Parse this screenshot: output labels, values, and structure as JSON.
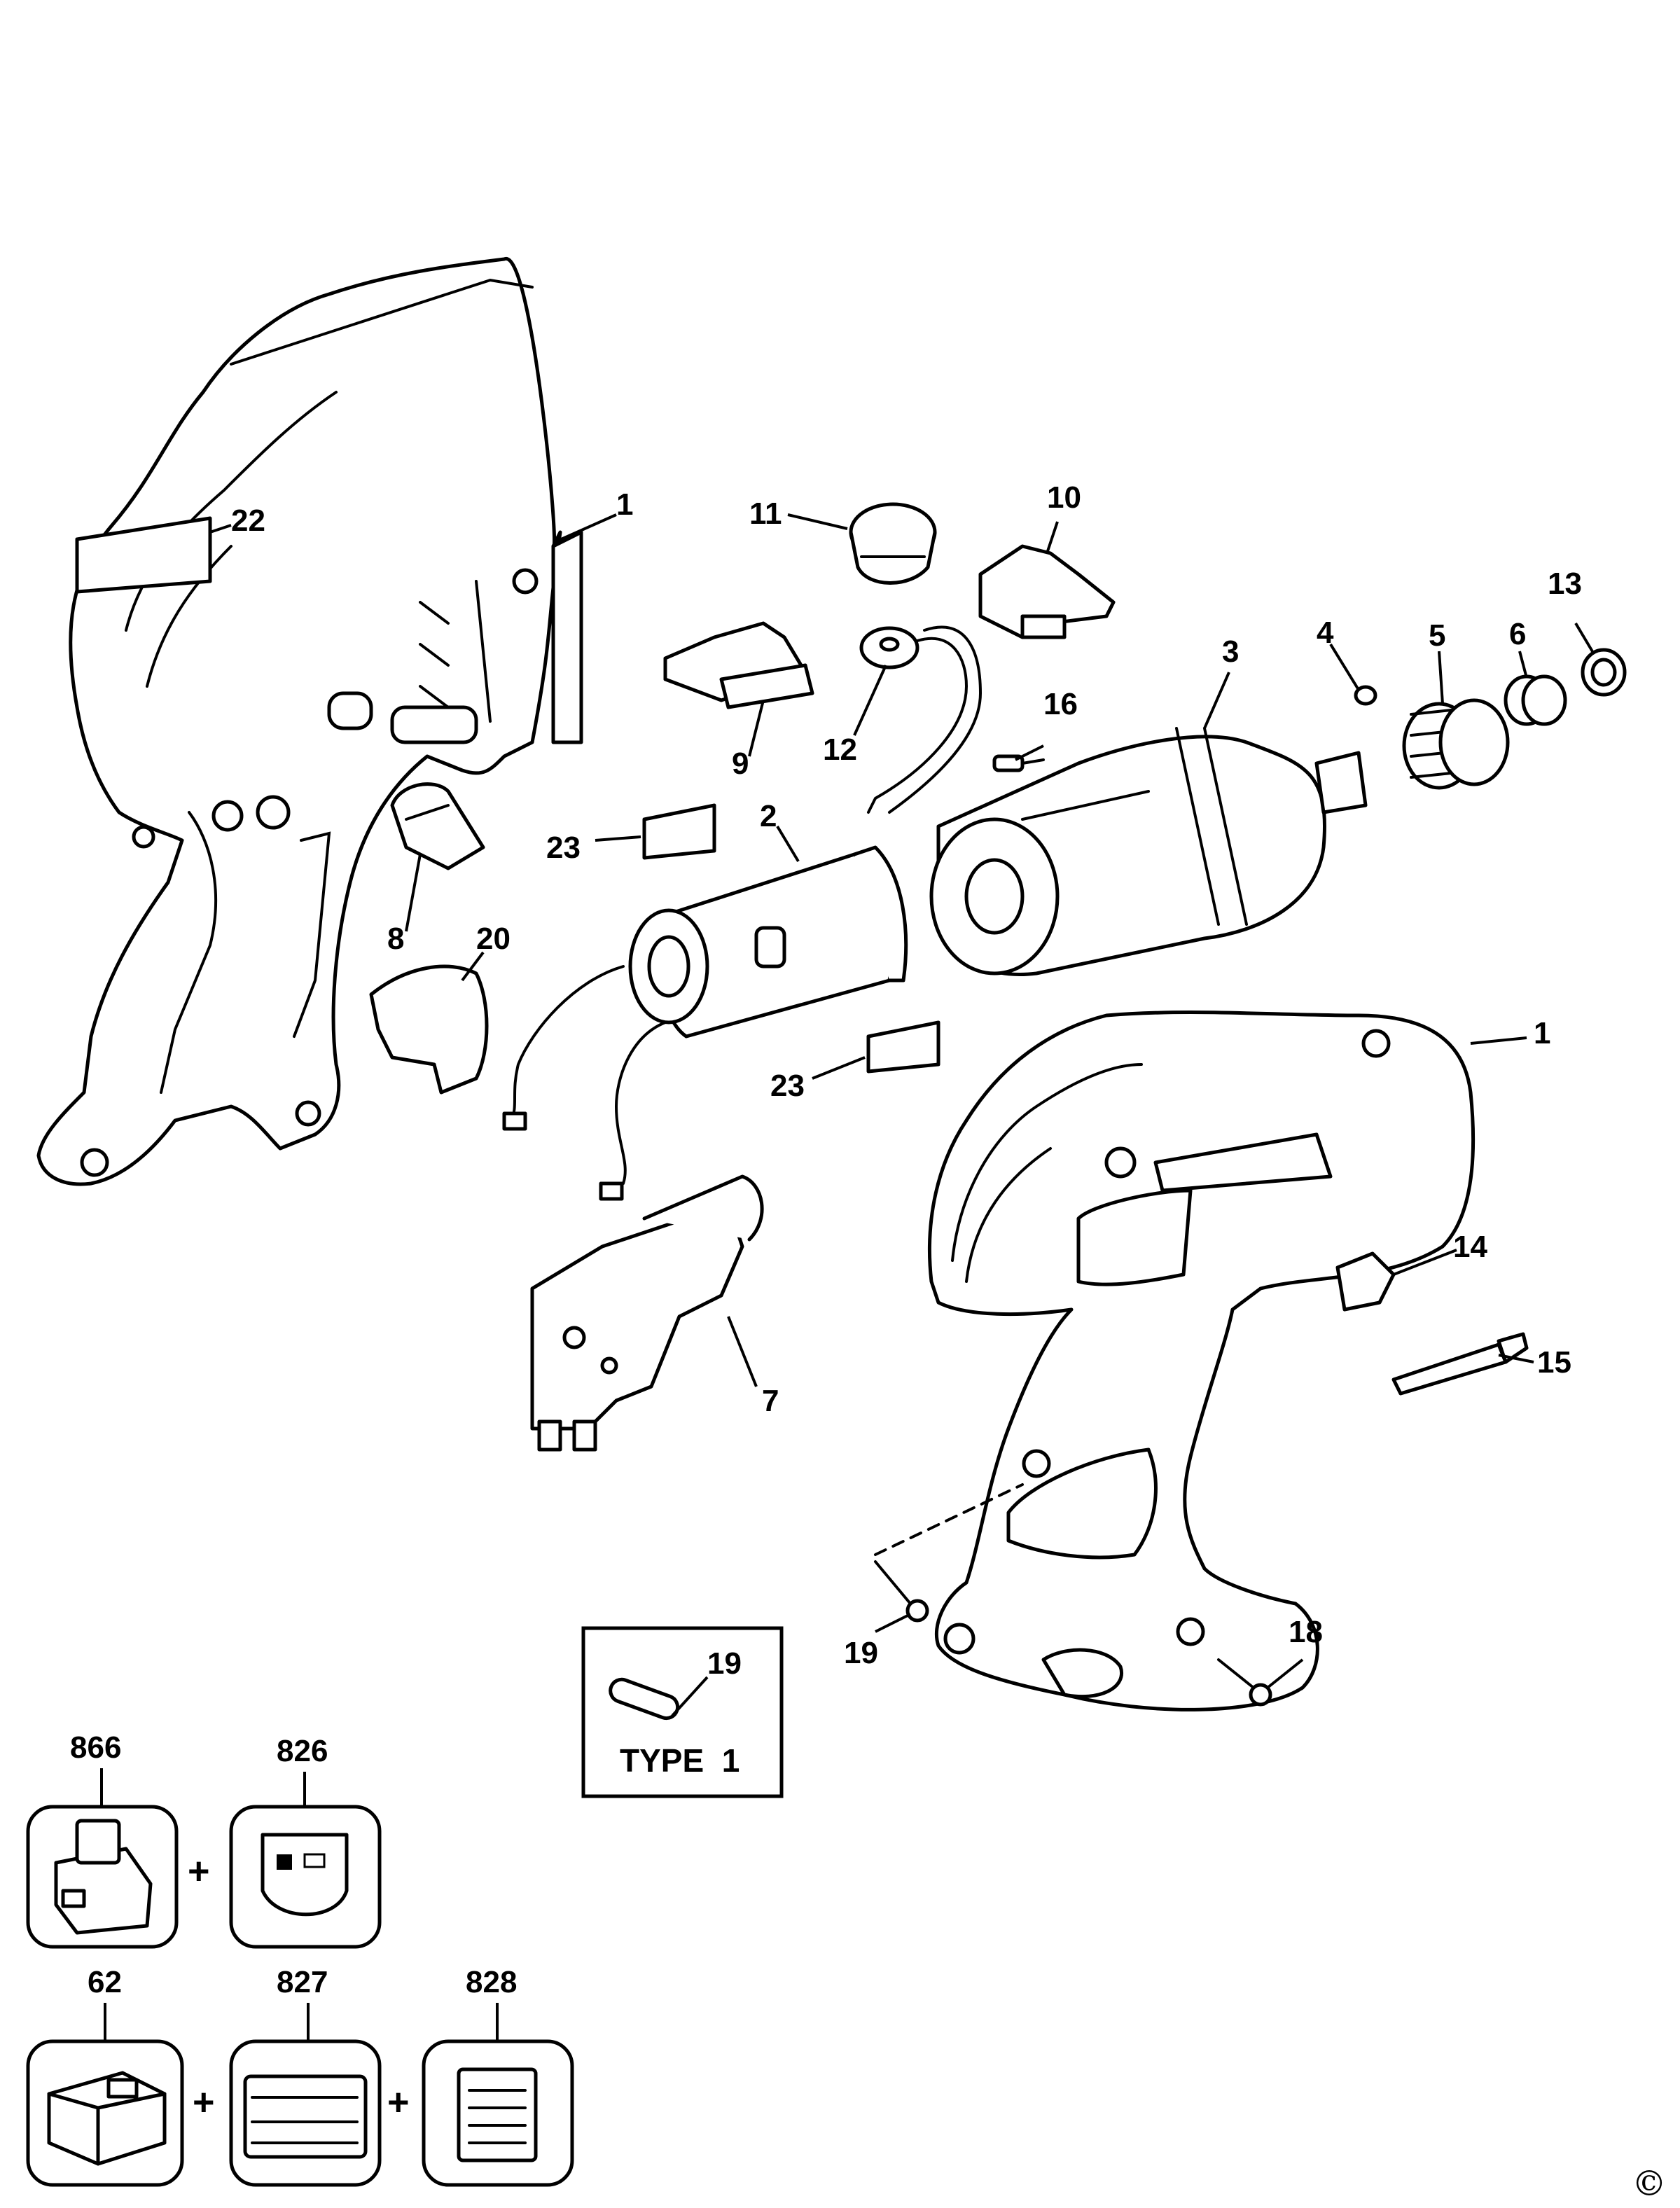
{
  "diagram": {
    "part_labels": {
      "p1a": "1",
      "p1b": "1",
      "p2": "2",
      "p3": "3",
      "p4": "4",
      "p5": "5",
      "p6": "6",
      "p7": "7",
      "p8": "8",
      "p9": "9",
      "p10": "10",
      "p11": "11",
      "p12": "12",
      "p13": "13",
      "p14": "14",
      "p15": "15",
      "p16": "16",
      "p18": "18",
      "p19a": "19",
      "p19b": "19",
      "p20": "20",
      "p22": "22",
      "p23a": "23",
      "p23b": "23"
    },
    "type_box": {
      "label": "TYPE  1",
      "part": "19"
    },
    "accessories": {
      "battery": "866",
      "battery_label": "826",
      "charger": "62",
      "charger_label_a": "827",
      "charger_label_b": "828",
      "plus_sign": "+"
    },
    "copyright": "©"
  }
}
